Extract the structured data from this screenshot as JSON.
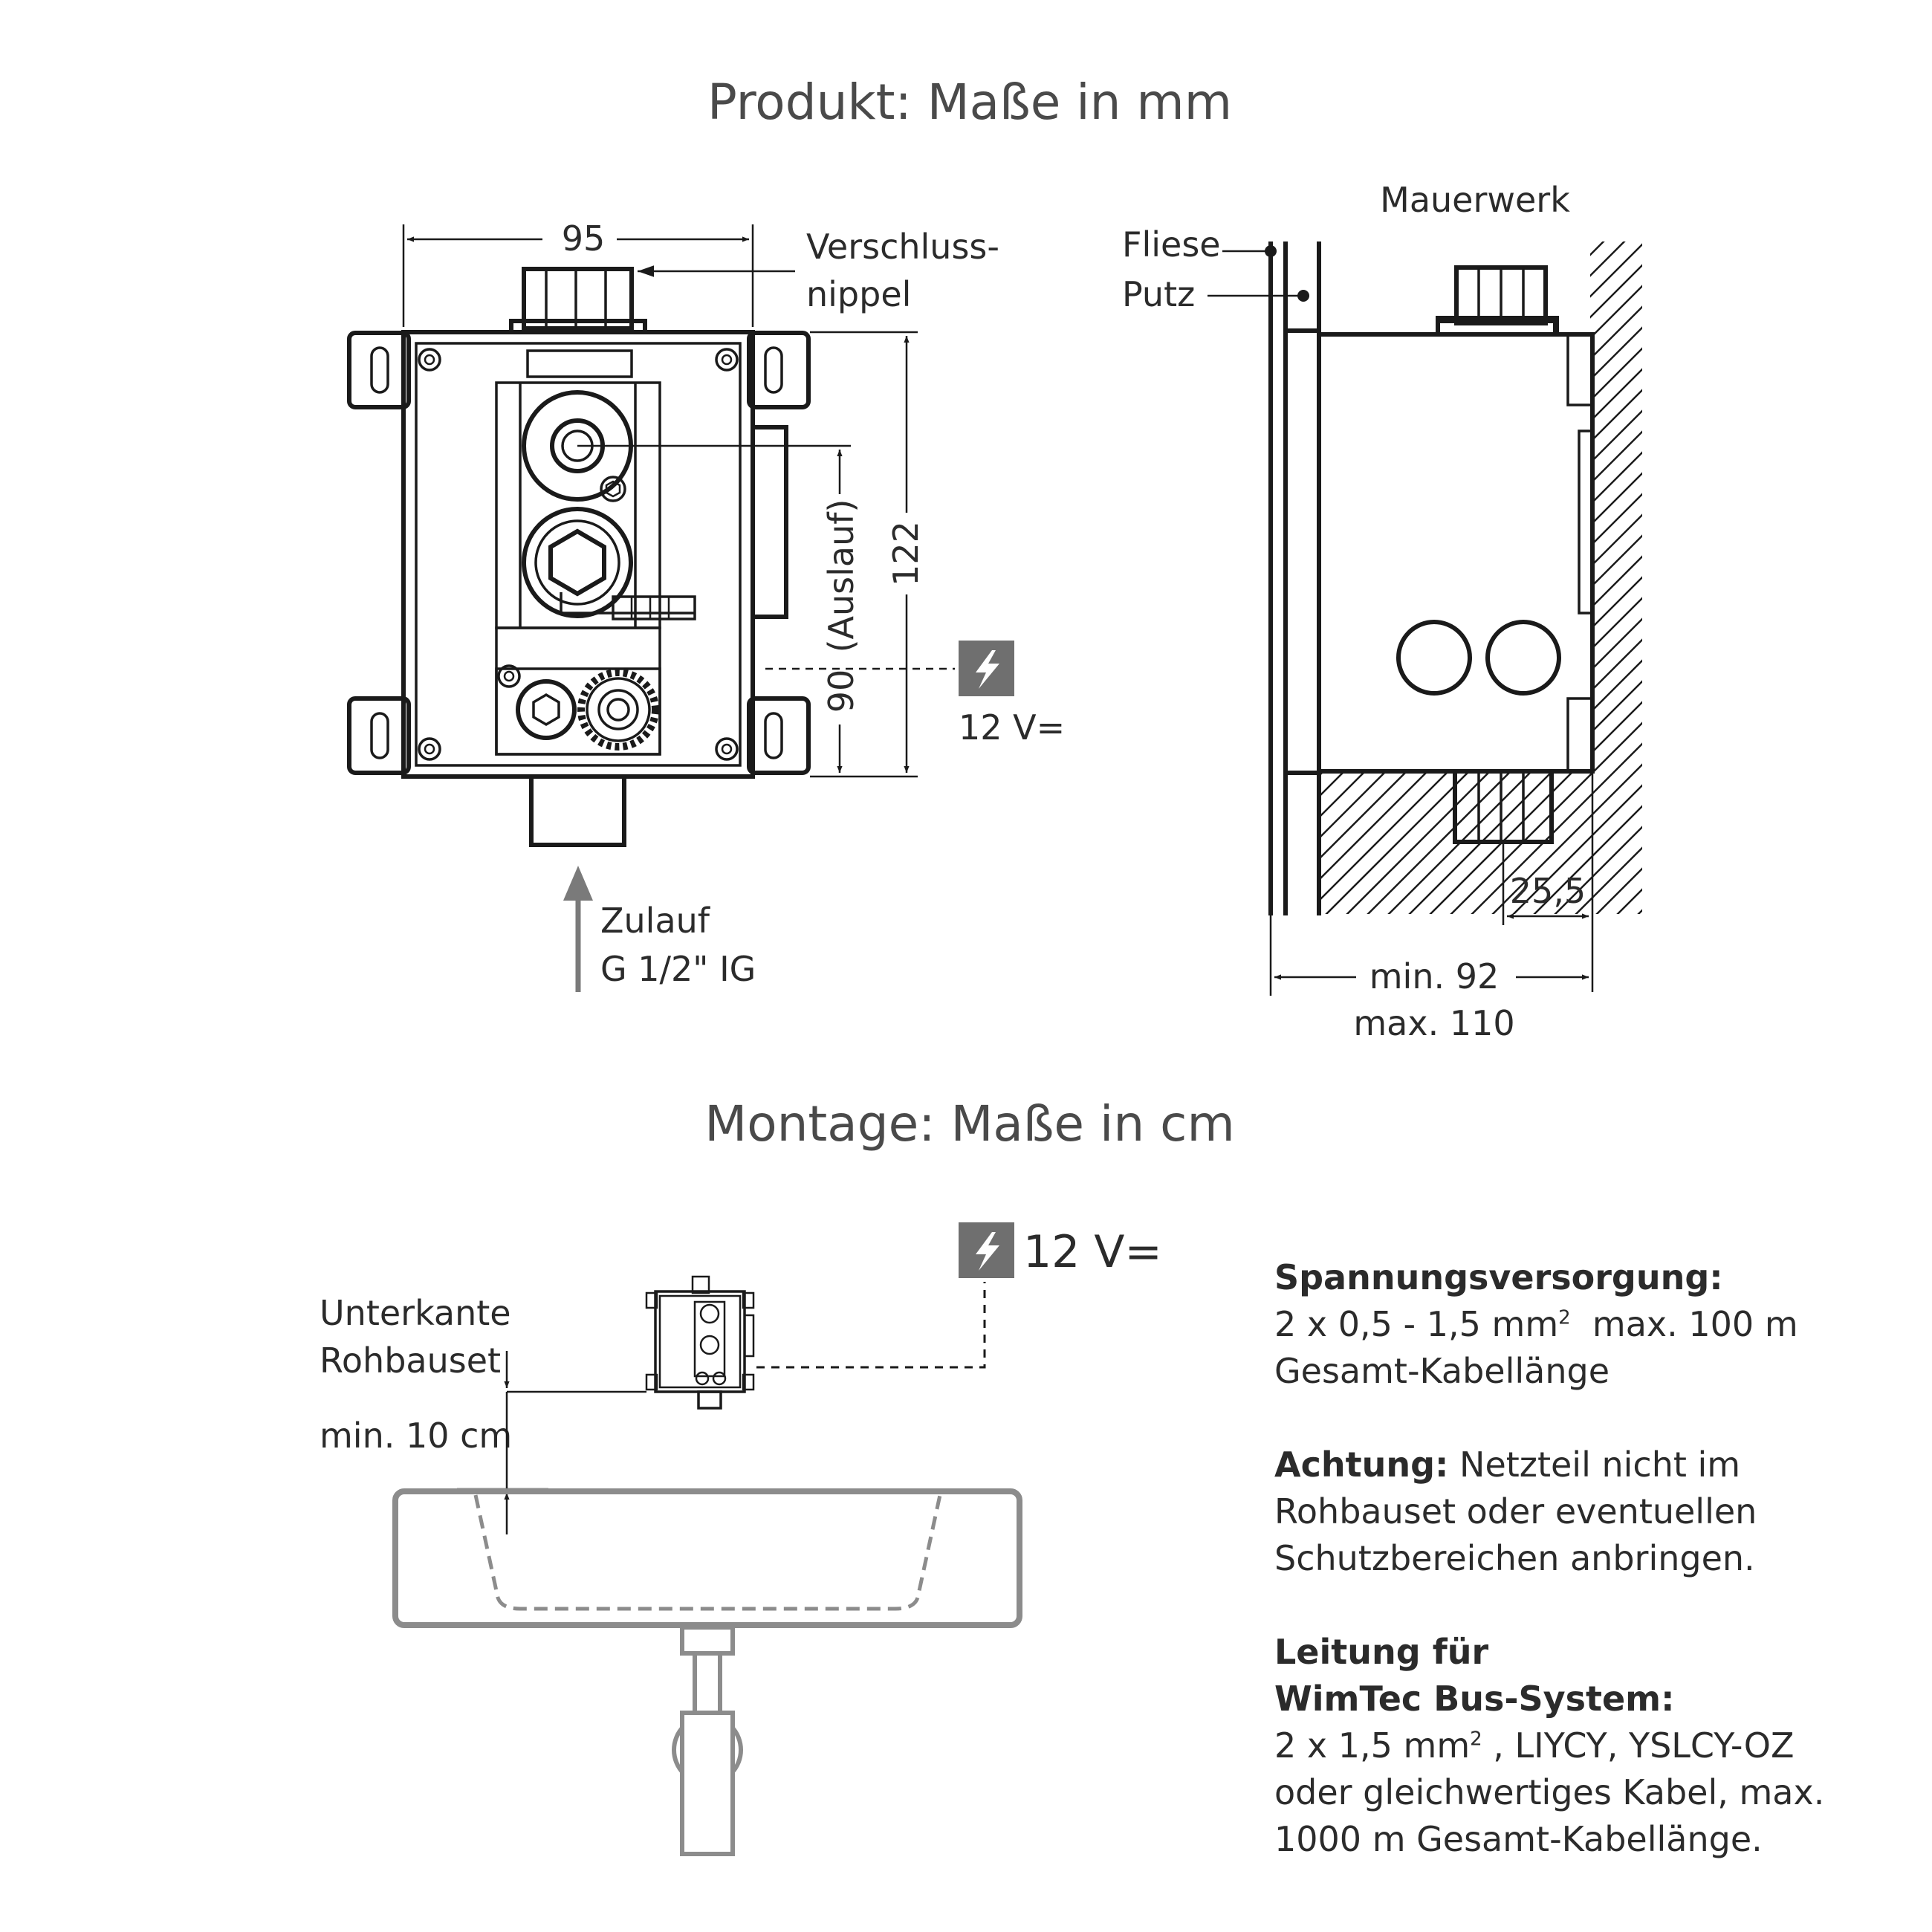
{
  "headings": {
    "product": "Produkt: Maße in mm",
    "montage": "Montage: Maße in cm"
  },
  "front_view": {
    "width_dim": "95",
    "height_dim": "122",
    "outlet_dim": "90",
    "outlet_label": "(Auslauf)",
    "cap_label_line1": "Verschluss-",
    "cap_label_line2": "nippel",
    "inlet_line1": "Zulauf",
    "inlet_line2": "G 1/2\" IG",
    "power_label": "12 V="
  },
  "side_view": {
    "masonry_label": "Mauerwerk",
    "tile_label": "Fliese",
    "plaster_label": "Putz",
    "offset_dim": "25,5",
    "depth_min": "min. 92",
    "depth_max": "max. 110"
  },
  "montage": {
    "power_label": "12 V=",
    "edge_line1": "Unterkante",
    "edge_line2": "Rohbauset",
    "min_height": "min. 10 cm"
  },
  "notes": {
    "supply_title": "Spannungsversorgung:",
    "supply_line1": "2 x 0,5 - 1,5 mm",
    "supply_sup": "2",
    "supply_line1_tail": "  max. 100 m",
    "supply_line2": "Gesamt-Kabellänge",
    "warning_title": "Achtung:",
    "warning_text": " Netzteil nicht im Rohbauset oder eventuellen Schutzbereichen anbringen.",
    "bus_title_line1": "Leitung für",
    "bus_title_line2": "WimTec Bus-System:",
    "bus_line1_a": "2 x 1,5 mm",
    "bus_sup": "2",
    "bus_line1_b": " , LIYCY, YSLCY-OZ",
    "bus_line2": "oder gleichwertiges Kabel, max.",
    "bus_line3": "1000 m Gesamt-Kabellänge."
  },
  "colors": {
    "line": "#1a1a1a",
    "heading": "#4a4a4a",
    "grey": "#8c8c8c",
    "badge": "#6f6f6f"
  },
  "icons": [
    "lightning-icon",
    "arrow-up-icon",
    "hexagon-nut-icon",
    "gear-icon"
  ]
}
